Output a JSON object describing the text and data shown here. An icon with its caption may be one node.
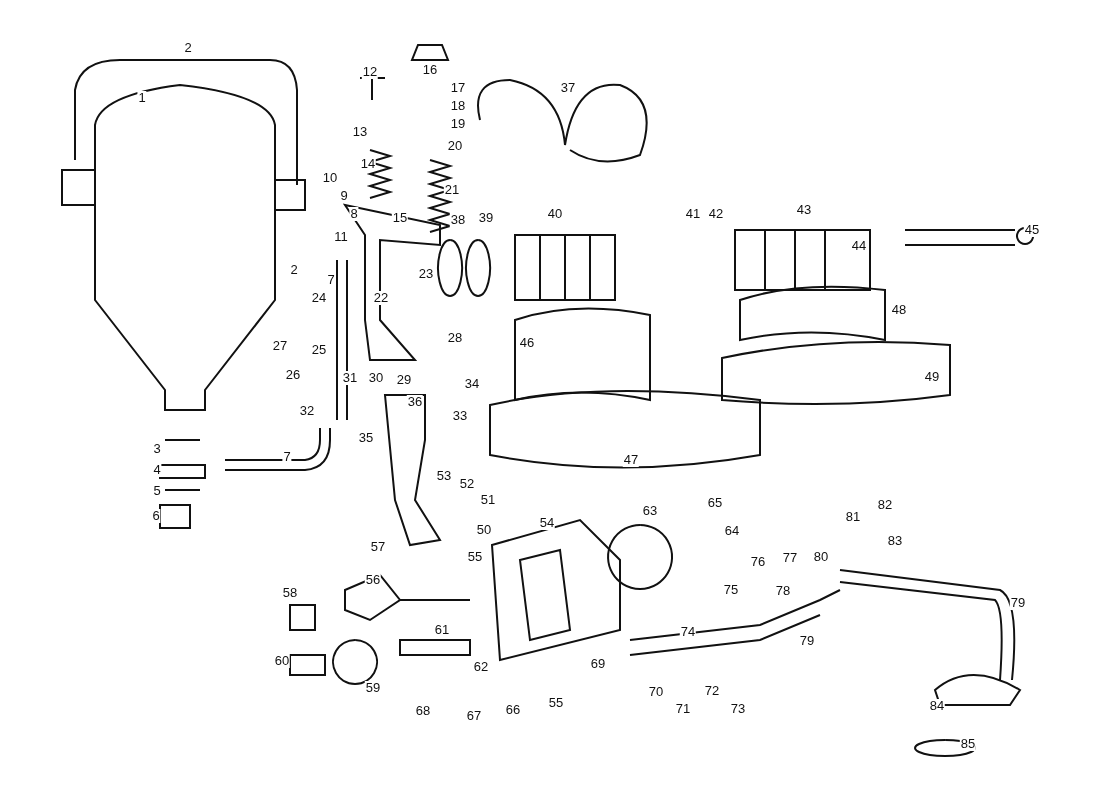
{
  "diagram": {
    "labels": [
      "2",
      "16",
      "37",
      "12",
      "1",
      "17",
      "18",
      "13",
      "19",
      "20",
      "14",
      "21",
      "10",
      "9",
      "8",
      "15",
      "38",
      "39",
      "40",
      "41",
      "42",
      "43",
      "44",
      "45",
      "11",
      "23",
      "2",
      "7",
      "24",
      "22",
      "48",
      "46",
      "28",
      "27",
      "25",
      "26",
      "31",
      "30",
      "29",
      "34",
      "49",
      "32",
      "36",
      "33",
      "35",
      "7",
      "3",
      "47",
      "4",
      "5",
      "53",
      "52",
      "51",
      "6",
      "65",
      "54",
      "63",
      "64",
      "82",
      "81",
      "50",
      "83",
      "57",
      "55",
      "76",
      "77",
      "80",
      "56",
      "58",
      "75",
      "78",
      "79",
      "61",
      "74",
      "79",
      "60",
      "59",
      "62",
      "69",
      "70",
      "72",
      "55",
      "68",
      "67",
      "66",
      "71",
      "73",
      "84",
      "85"
    ]
  }
}
